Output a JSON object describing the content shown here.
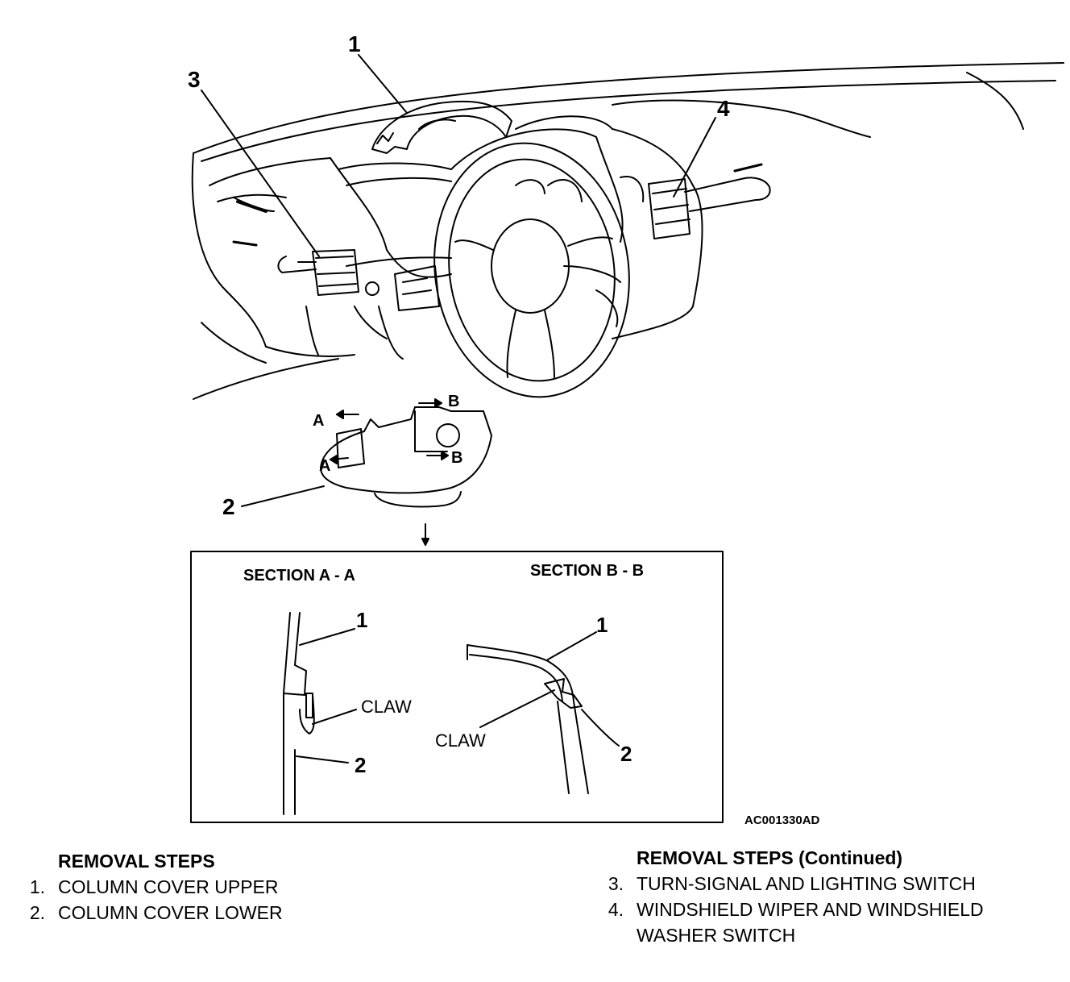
{
  "callouts": {
    "c1": "1",
    "c2": "2",
    "c3": "3",
    "c4": "4",
    "sec_a_top": "A",
    "sec_a_bottom": "A",
    "sec_b_top": "B",
    "sec_b_bottom": "B"
  },
  "section_box": {
    "title_a": "SECTION A - A",
    "title_b": "SECTION B - B",
    "a_part1": "1",
    "a_part2": "2",
    "a_claw": "CLAW",
    "b_part1": "1",
    "b_part2": "2",
    "b_claw": "CLAW"
  },
  "figure_code": "AC001330AD",
  "removal_steps": {
    "heading": "REMOVAL STEPS",
    "items": [
      {
        "num": "1.",
        "text": "COLUMN COVER UPPER"
      },
      {
        "num": "2.",
        "text": "COLUMN COVER LOWER"
      }
    ]
  },
  "removal_steps_continued": {
    "heading": "REMOVAL STEPS (Continued)",
    "items": [
      {
        "num": "3.",
        "text": "TURN-SIGNAL AND LIGHTING SWITCH"
      },
      {
        "num": "4.",
        "text": "WINDSHIELD WIPER AND WINDSHIELD"
      },
      {
        "num": "",
        "text": "WASHER SWITCH"
      }
    ]
  }
}
